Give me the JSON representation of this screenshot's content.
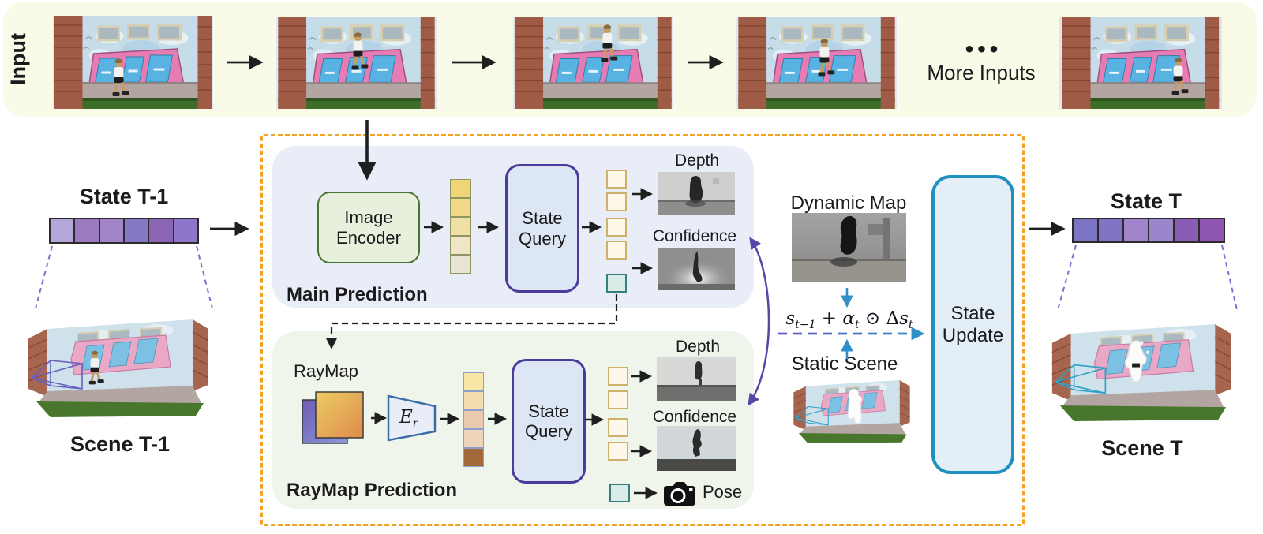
{
  "input_band": {
    "label": "Input",
    "dots": "•••",
    "more_label": "More Inputs",
    "frame_count_visible": 5
  },
  "states": {
    "prev": {
      "state_label": "State T-1",
      "scene_label": "Scene T-1",
      "colors": [
        "#B4A6DA",
        "#9D7ABF",
        "#A285C9",
        "#8579C6",
        "#8B64B4",
        "#8E77CA"
      ]
    },
    "next": {
      "state_label": "State T",
      "scene_label": "Scene T",
      "colors": [
        "#7B74C4",
        "#8373C4",
        "#A184CB",
        "#9A86CA",
        "#8B5CB6",
        "#8F55B2"
      ]
    }
  },
  "main_block": {
    "title": "Main Prediction",
    "encoder_label": "Image\nEncoder",
    "state_query_label": "State\nQuery",
    "depth_label": "Depth",
    "confidence_label": "Confidence",
    "encoder_tokens": [
      "#F0D478",
      "#F2DA8A",
      "#F1E0A4",
      "#EEE6C6",
      "#E9E4D4"
    ],
    "output_token_fill": "#FDF8E9",
    "output_token_border": "#CFB269",
    "state_token_fill": "#D9ECE7",
    "state_token_border": "#35807F"
  },
  "raymap_block": {
    "title": "RayMap Prediction",
    "raymap_label": "RayMap",
    "encoder_symbol": "E",
    "encoder_symbol_sub": "r",
    "state_query_label": "State\nQuery",
    "depth_label": "Depth",
    "confidence_label": "Confidence",
    "pose_label": "Pose",
    "stack_tokens": [
      "#F8E6A7",
      "#F4DCB0",
      "#EACAAC",
      "#EDD4BA",
      "#A2693B"
    ]
  },
  "fusion": {
    "dynamic_map_label": "Dynamic Map",
    "static_scene_label": "Static Scene",
    "state_update_label": "State\nUpdate",
    "formula_parts": [
      {
        "t": "s"
      },
      {
        "t": "t−1"
      },
      {
        "t": " + "
      },
      {
        "t": "α"
      },
      {
        "t": "t"
      },
      {
        "t": " ⊙ "
      },
      {
        "t": "Δ"
      },
      {
        "t": "s"
      },
      {
        "t": "t"
      }
    ]
  },
  "colors": {
    "band_bg": "#FAFAE9",
    "dashed_border_orange": "#F6A01F",
    "main_panel": "#E9EDF8",
    "raymap_panel": "#EFF5EB",
    "encoder_fill": "#E6F0DC",
    "encoder_border": "#4A7434",
    "query_fill": "#DDE6F5",
    "query_border": "#4B3C9C",
    "update_fill": "#E4EEF7",
    "update_border": "#2090C0",
    "arrow_black": "#1F1F1F",
    "arrow_blue": "#2E90C8",
    "arc_purple": "#5348A8",
    "scene_link_purple": "#7B6FD1"
  }
}
